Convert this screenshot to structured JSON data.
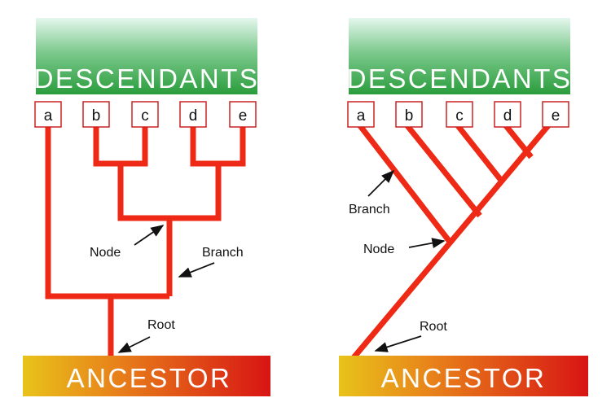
{
  "colors": {
    "branch": "#ee2a16",
    "leaf_border": "#cc2222",
    "descendants_top": "#e4f7ee",
    "descendants_bottom": "#2a9d3c",
    "ancestor_left": "#e8c31a",
    "ancestor_right": "#d81414",
    "text_banner": "#ffffff",
    "text_label": "#111111"
  },
  "left_diagram": {
    "descendants_label": "DESCENDANTS",
    "ancestor_label": "ANCESTOR",
    "leaves": [
      "a",
      "b",
      "c",
      "d",
      "e"
    ],
    "labels": {
      "node": "Node",
      "branch": "Branch",
      "root": "Root"
    }
  },
  "right_diagram": {
    "descendants_label": "DESCENDANTS",
    "ancestor_label": "ANCESTOR",
    "leaves": [
      "a",
      "b",
      "c",
      "d",
      "e"
    ],
    "labels": {
      "branch": "Branch",
      "node": "Node",
      "root": "Root"
    }
  }
}
